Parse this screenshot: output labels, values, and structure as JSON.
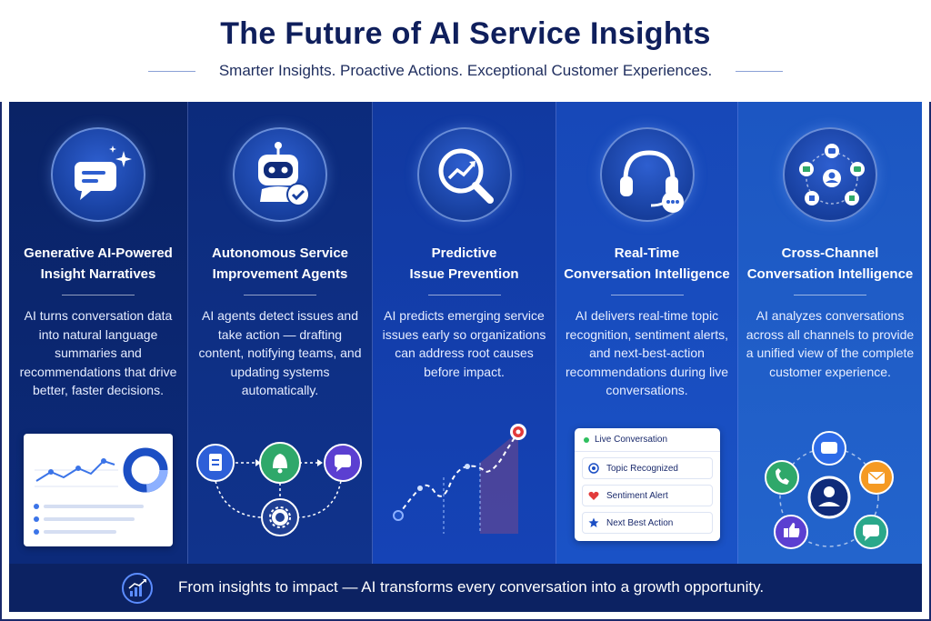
{
  "header": {
    "title": "The Future of AI Service Insights",
    "subtitle": "Smarter Insights. Proactive Actions. Exceptional Customer Experiences."
  },
  "panels": [
    {
      "title_line1": "Generative AI-Powered",
      "title_line2": "Insight Narratives",
      "text": "AI turns conversation data into natural language summaries and recommendations that drive better, faster decisions.",
      "icon": "chat-sparkle-icon"
    },
    {
      "title_line1": "Autonomous Service",
      "title_line2": "Improvement Agents",
      "text": "AI agents detect issues and take action — drafting content, notifying teams, and updating systems automatically.",
      "icon": "robot-check-icon"
    },
    {
      "title_line1": "Predictive",
      "title_line2": "Issue Prevention",
      "text": "AI predicts emerging service issues early so organizations can address root causes before impact.",
      "icon": "magnifier-trend-icon"
    },
    {
      "title_line1": "Real-Time",
      "title_line2": "Conversation Intelligence",
      "text": "AI delivers real-time topic recognition, sentiment alerts, and next-best-action recommendations during live conversations.",
      "icon": "headset-icon"
    },
    {
      "title_line1": "Cross-Channel",
      "title_line2": "Conversation Intelligence",
      "text": "AI analyzes conversations across all channels to provide a unified view of the complete customer experience.",
      "icon": "channel-network-icon"
    }
  ],
  "live_card": {
    "header": "Live Conversation",
    "rows": [
      "Topic Recognized",
      "Sentiment Alert",
      "Next Best Action"
    ]
  },
  "footer": {
    "text": "From insights to impact — AI transforms every conversation into a growth opportunity."
  },
  "colors": {
    "title": "#0f1f5c",
    "footer_bg": "#0c2262",
    "accent_green": "#2fa86a",
    "accent_orange": "#f59a23",
    "accent_red": "#e23b3b",
    "accent_purple": "#5b3fd1"
  }
}
